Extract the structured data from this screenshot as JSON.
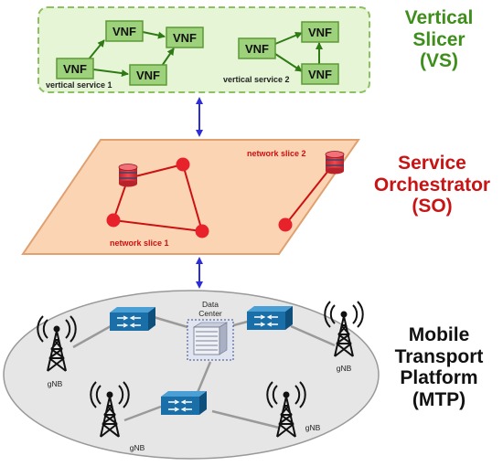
{
  "vertical_slicer": {
    "title_line1": "Vertical",
    "title_line2": "Slicer",
    "title_line3": "(VS)",
    "vnf_label": "VNF",
    "service1_label": "vertical service 1",
    "service2_label": "vertical service 2",
    "colors": {
      "box_fill": "#e6f5d6",
      "box_border": "#8dc060",
      "vnf_fill": "#9dd17c",
      "title": "#3e8e1c"
    }
  },
  "service_orchestrator": {
    "title_line1": "Service",
    "title_line2": "Orchestrator",
    "title_line3": "(SO)",
    "slice1_label": "network slice 1",
    "slice2_label": "network slice 2",
    "colors": {
      "plane_fill": "#fbd4b4",
      "plane_border": "#e0a070",
      "node": "#e8222a",
      "title": "#c81414"
    }
  },
  "mtp": {
    "title_line1": "Mobile",
    "title_line2": "Transport",
    "title_line3": "Platform",
    "title_line4": "(MTP)",
    "gnb_label": "gNB",
    "datacenter_line1": "Data",
    "datacenter_line2": "Center",
    "colors": {
      "ellipse_fill": "#e6e6e6",
      "switch_fill": "#1a6fa8"
    }
  },
  "arrow_color": "#2d2dd6"
}
